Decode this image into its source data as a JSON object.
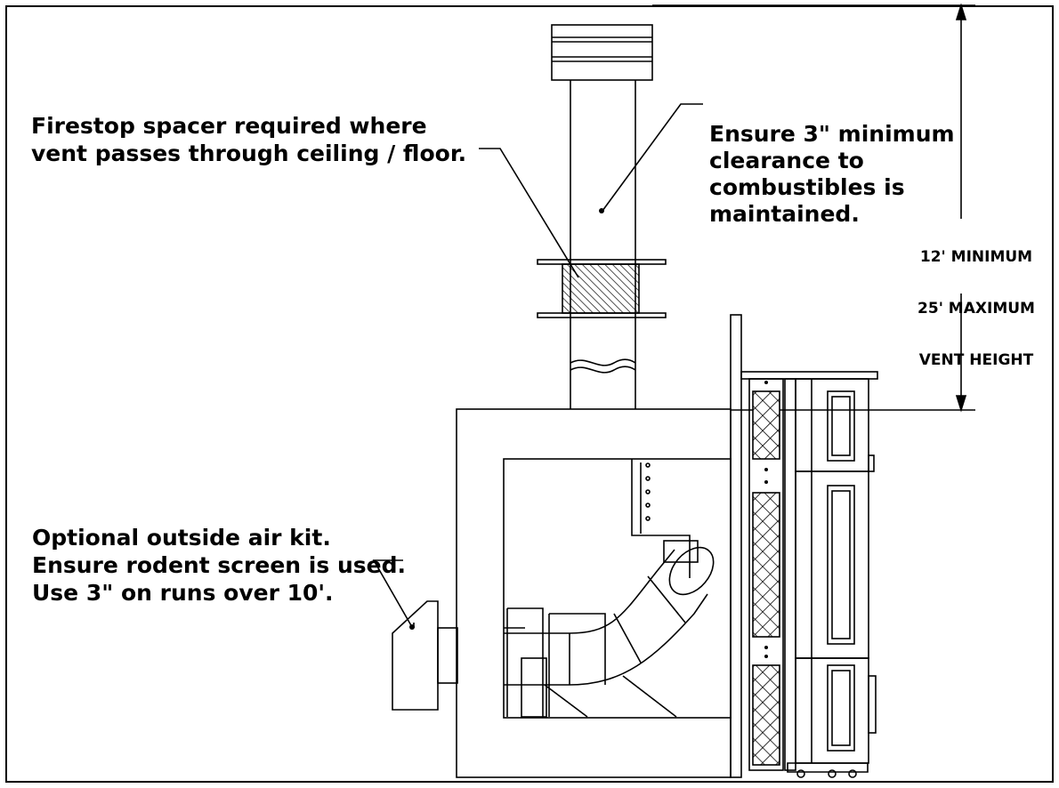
{
  "notes": {
    "firestop": "Firestop spacer required where\nvent passes through ceiling / floor.",
    "clearance": "Ensure 3\" minimum\nclearance to\ncombustibles is\nmaintained.",
    "outside_air": "Optional outside air kit.\nEnsure rodent screen is used.\nUse 3\" on runs over 10'."
  },
  "dimension": {
    "line1": "12' MINIMUM",
    "line2": "25' MAXIMUM",
    "line3": "VENT HEIGHT"
  },
  "colors": {
    "line": "#000000",
    "background": "#ffffff"
  }
}
